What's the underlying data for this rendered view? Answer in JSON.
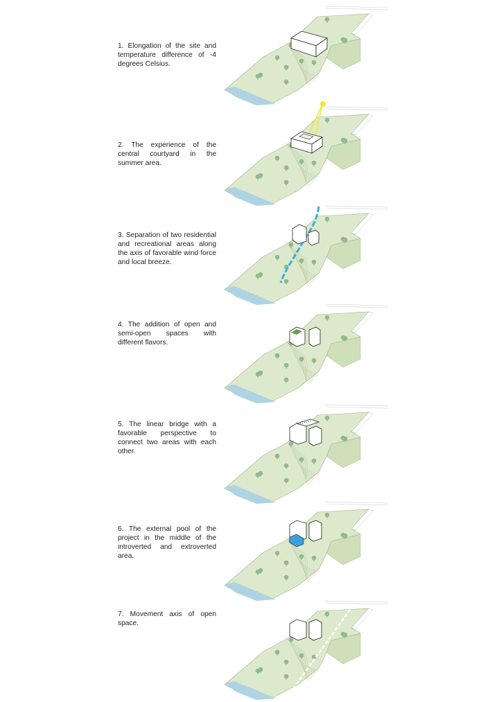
{
  "steps": [
    {
      "caption": "1. Elongation of the site and temperature difference of -4 degrees Celsius.",
      "feature": "massing-box"
    },
    {
      "caption": "2. The experience of the central courtyard in the summer area.",
      "feature": "courtyard-sun"
    },
    {
      "caption": "3. Separation of two residential and recreational areas along the axis of favorable wind force and local breeze.",
      "feature": "wind-axis"
    },
    {
      "caption": "4. The addition of open and semi-open spaces with different flavors.",
      "feature": "open-spaces"
    },
    {
      "caption": "5. The linear bridge with a favorable perspective to connect two areas with each other.",
      "feature": "bridge"
    },
    {
      "caption": "6. The external pool of the project in the middle of the introverted and extroverted area.",
      "feature": "pool"
    },
    {
      "caption": "7. Movement axis of open space.",
      "feature": "movement-axis"
    }
  ],
  "colors": {
    "land": "#dde9cc",
    "land_side": "#cfdfba",
    "tree": "#8fbb8a",
    "river": "#aed3e3",
    "wind": "#3aaee0",
    "sun": "#f2e830",
    "pool": "#3b9fdc"
  }
}
